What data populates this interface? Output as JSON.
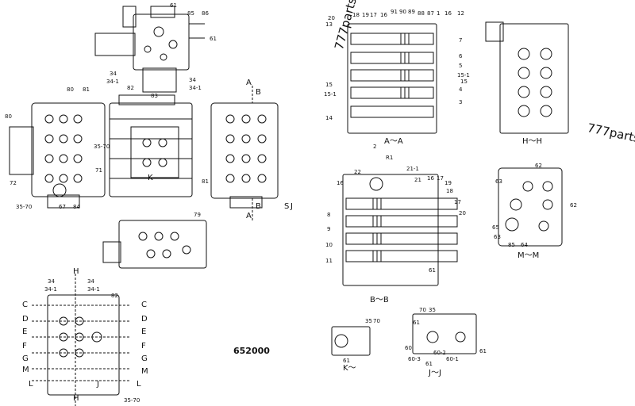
{
  "drawing_number": "652000",
  "watermarks": [
    "777parts",
    "777parts"
  ],
  "section_titles": [
    "A～A",
    "B～B",
    "H～H",
    "M～M",
    "K～",
    "J～J"
  ],
  "view_marks": [
    "A",
    "B",
    "A",
    "B",
    "S",
    "J",
    "H",
    "H",
    "C",
    "D",
    "E",
    "F",
    "G",
    "M",
    "L",
    "C",
    "D",
    "E",
    "F",
    "G",
    "L",
    "M",
    "J",
    "K",
    "R1"
  ],
  "labels": {
    "top_view": [
      "61",
      "85",
      "86",
      "61",
      "34",
      "34-1",
      "34",
      "34-1"
    ],
    "front_view": [
      "80",
      "81",
      "80",
      "35-70",
      "71",
      "72",
      "35-70",
      "67",
      "84",
      "82",
      "83",
      "81"
    ],
    "mid_view": [
      "79"
    ],
    "bottom_view": [
      "34",
      "34-1",
      "34",
      "34-1",
      "82",
      "35-70"
    ],
    "aa": [
      "20",
      "13",
      "18",
      "19",
      "17",
      "16",
      "91",
      "90",
      "89",
      "88",
      "87",
      "1",
      "16",
      "12",
      "7",
      "6",
      "5",
      "15-1",
      "15",
      "4",
      "3",
      "15",
      "15-1",
      "14",
      "2"
    ],
    "bb": [
      "R1",
      "22",
      "21-1",
      "16",
      "21",
      "16",
      "17",
      "19",
      "18",
      "17",
      "20",
      "8",
      "9",
      "10",
      "11",
      "61"
    ],
    "mm": [
      "62",
      "63",
      "62",
      "65",
      "63",
      "85",
      "64"
    ],
    "k": [
      "35",
      "70",
      "61"
    ],
    "jj": [
      "70",
      "35",
      "61",
      "60",
      "60-3",
      "60-2",
      "61",
      "60-1",
      "61"
    ]
  }
}
